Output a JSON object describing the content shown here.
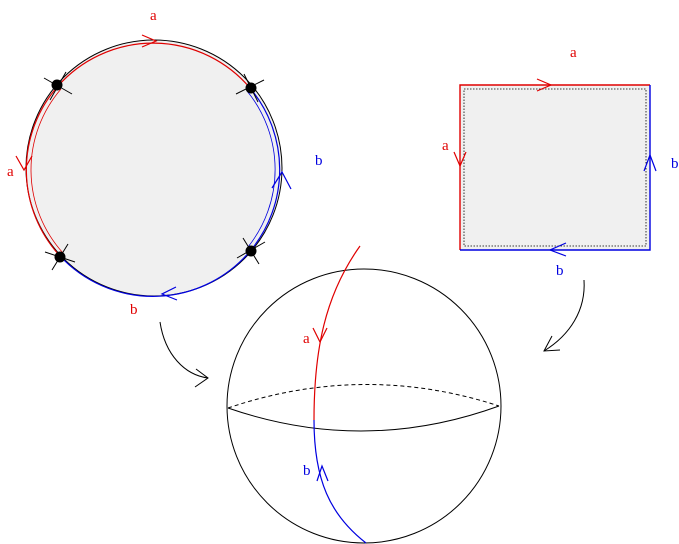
{
  "labels": {
    "disk_top": "a",
    "disk_left": "a",
    "disk_right": "b",
    "disk_bottom": "b",
    "square_top": "a",
    "square_left": "a",
    "square_right": "b",
    "square_bottom": "b",
    "sphere_upper": "a",
    "sphere_lower": "b"
  },
  "colors": {
    "a": "#e00000",
    "b": "#0000e0",
    "fill": "#f0f0f0",
    "outline": "#000000"
  }
}
